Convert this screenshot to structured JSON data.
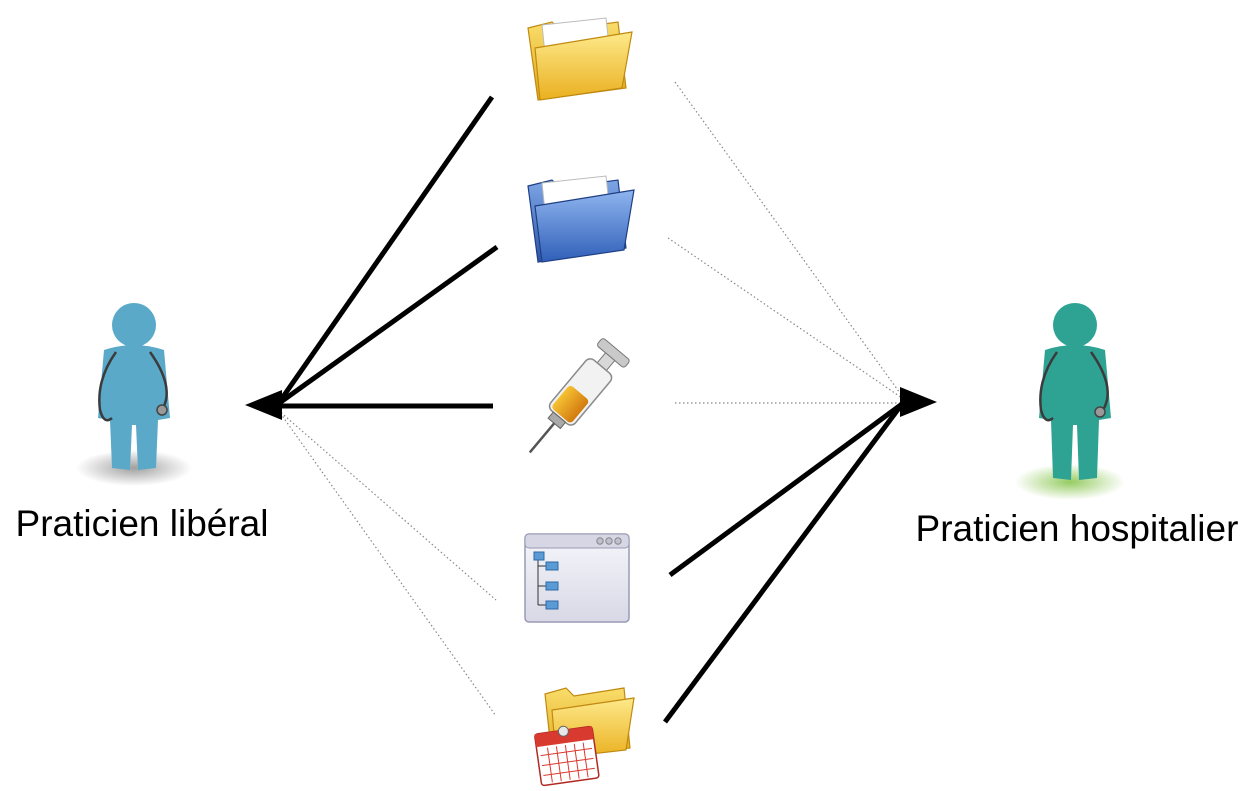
{
  "nodes": {
    "left_actor": {
      "label": "Praticien libéral",
      "icon": "doctor-stethoscope-icon",
      "color": "#5aa9c9"
    },
    "right_actor": {
      "label": "Praticien hospitalier",
      "icon": "doctor-stethoscope-icon",
      "color": "#2ea394"
    }
  },
  "items": [
    {
      "icon": "yellow-folder-icon",
      "color": "#f2c230"
    },
    {
      "icon": "blue-folder-icon",
      "color": "#3f6fc6"
    },
    {
      "icon": "syringe-icon",
      "color": "#f0b020"
    },
    {
      "icon": "file-browser-window-icon",
      "color": "#5b9bd5"
    },
    {
      "icon": "calendar-folder-icon",
      "color": "#d93a2f"
    }
  ],
  "flows": {
    "to_left": {
      "style": "thick-solid-arrow",
      "from_items": [
        0,
        1,
        2
      ],
      "color": "#000000"
    },
    "to_right": {
      "style": "thick-solid-arrow",
      "from_items": [
        3,
        4
      ],
      "color": "#000000"
    },
    "faint_links": {
      "style": "dotted",
      "color": "#888888"
    }
  }
}
